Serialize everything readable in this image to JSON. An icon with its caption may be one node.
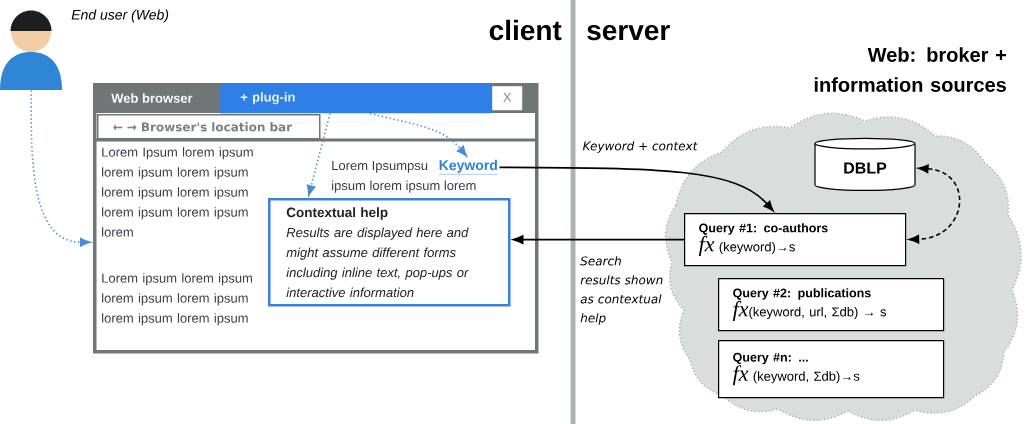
{
  "diagram": {
    "nodes": [
      {
        "text": [],
        "shape": "person",
        "beside": [
          "End user (Web)"
        ]
      },
      {
        "text": [
          "Web browser"
        ]
      },
      {
        "text": [
          "+ plug-in"
        ],
        "in": 1
      },
      {
        "text": [
          "X"
        ],
        "in": 1
      },
      {
        "text": [
          "← → Browser's location bar"
        ],
        "in": 1
      },
      {
        "text": [
          "Keyword"
        ],
        "in": 1
      },
      {
        "text": [
          "Contextual help",
          "Results are displayed here and might assume different forms including inline text, pop-ups or interactive information"
        ],
        "in": 1
      },
      {
        "text": [
          "Web: broker + information sources"
        ]
      },
      {
        "text": [
          "DBLP"
        ],
        "in": 7
      },
      {
        "text": [
          "Query #1: co-authors",
          "*fx* (keyword)→s"
        ],
        "in": 7
      },
      {
        "text": [
          "Query #2: publications",
          "*fx*(keyword, url, Σdb) → s"
        ],
        "in": 7
      },
      {
        "text": [
          "Query #n: ...",
          "*fx* (keyword, Σdb)→s"
        ],
        "in": 7
      }
    ],
    "edges": [
      {
        "from": 0,
        "to": 1,
        "arrow": "to",
        "style": "dashed",
        "color": "#4a8ad8"
      },
      {
        "from": 2,
        "to": 5,
        "arrow": "to",
        "style": "dashed",
        "color": "#4a8ad8"
      },
      {
        "from": 2,
        "to": 6,
        "arrow": "to",
        "style": "dashed",
        "color": "#4a8ad8"
      },
      {
        "from": 5,
        "to": 9,
        "arrow": "to",
        "label": "Keyword + context",
        "color": "#000000"
      },
      {
        "from": 9,
        "to": 6,
        "arrow": "to",
        "label": "Search results shown as contextual help",
        "color": "#000000"
      },
      {
        "from": 8,
        "to": 9,
        "arrow": "both",
        "style": "dashed",
        "color": "#000000"
      }
    ],
    "labels": [
      "client",
      "server",
      "Lorem Ipsum lorem ipsum lorem ipsum lorem ipsum lorem ipsum lorem ipsum lorem ipsum lorem ipsum lorem",
      "Lorem Ipsumpsu",
      "ipsum lorem ipsum lorem",
      "Lorem ipsum lorem ipsum lorem ipsum lorem ipsum lorem ipsum lorem ipsum"
    ]
  }
}
